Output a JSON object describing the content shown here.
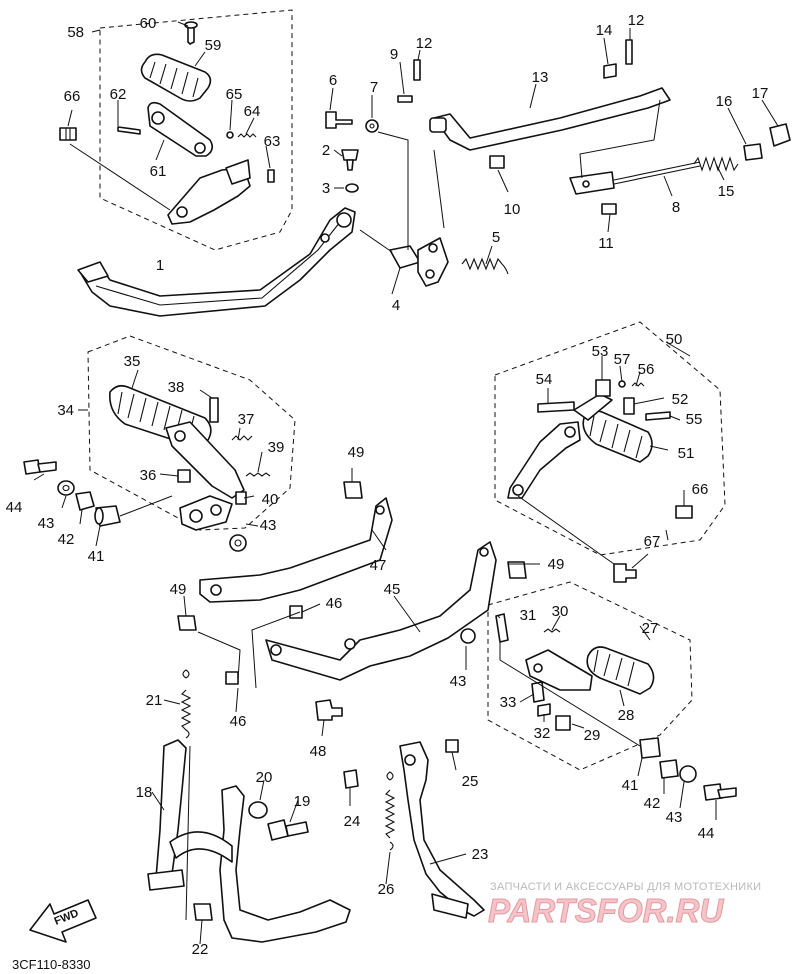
{
  "diagram": {
    "drawing_code": "3CF110-8330",
    "fwd_label": "FWD",
    "callouts": [
      "1",
      "2",
      "3",
      "4",
      "5",
      "6",
      "7",
      "8",
      "9",
      "10",
      "11",
      "12",
      "13",
      "14",
      "15",
      "16",
      "17",
      "18",
      "19",
      "20",
      "21",
      "22",
      "23",
      "24",
      "25",
      "26",
      "27",
      "28",
      "29",
      "30",
      "31",
      "32",
      "33",
      "34",
      "35",
      "36",
      "37",
      "38",
      "39",
      "40",
      "41",
      "42",
      "43",
      "44",
      "45",
      "46",
      "47",
      "48",
      "49",
      "50",
      "51",
      "52",
      "53",
      "54",
      "55",
      "56",
      "57",
      "58",
      "59",
      "60",
      "61",
      "62",
      "63",
      "64",
      "65",
      "66",
      "67"
    ]
  },
  "watermark": {
    "line1": "ЗАПЧАСТИ И АКСЕССУАРЫ ДЛЯ МОТОТЕХНИКИ",
    "line2": "PARTSFOR.RU"
  }
}
